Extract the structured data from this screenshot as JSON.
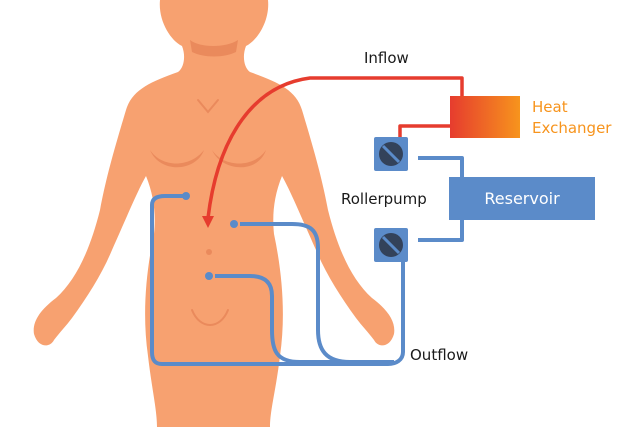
{
  "labels": {
    "inflow": "Inflow",
    "heat_exchanger_line1": "Heat",
    "heat_exchanger_line2": "Exchanger",
    "rollerpump": "Rollerpump",
    "reservoir": "Reservoir",
    "outflow": "Outflow"
  },
  "colors": {
    "skin": "#f7a170",
    "skin_shadow": "#ea8a5c",
    "inflow_line": "#e63c2e",
    "outflow_line": "#5b8bc9",
    "reservoir_fill": "#5b8bc9",
    "heat_exchanger_from": "#e63c2e",
    "heat_exchanger_to": "#f7941d",
    "heat_exchanger_text": "#f7941d",
    "pump_fill": "#5b8bc9",
    "pump_disc": "#33425a"
  },
  "icons": [
    "rollerpump-icon",
    "arrow-icon"
  ]
}
